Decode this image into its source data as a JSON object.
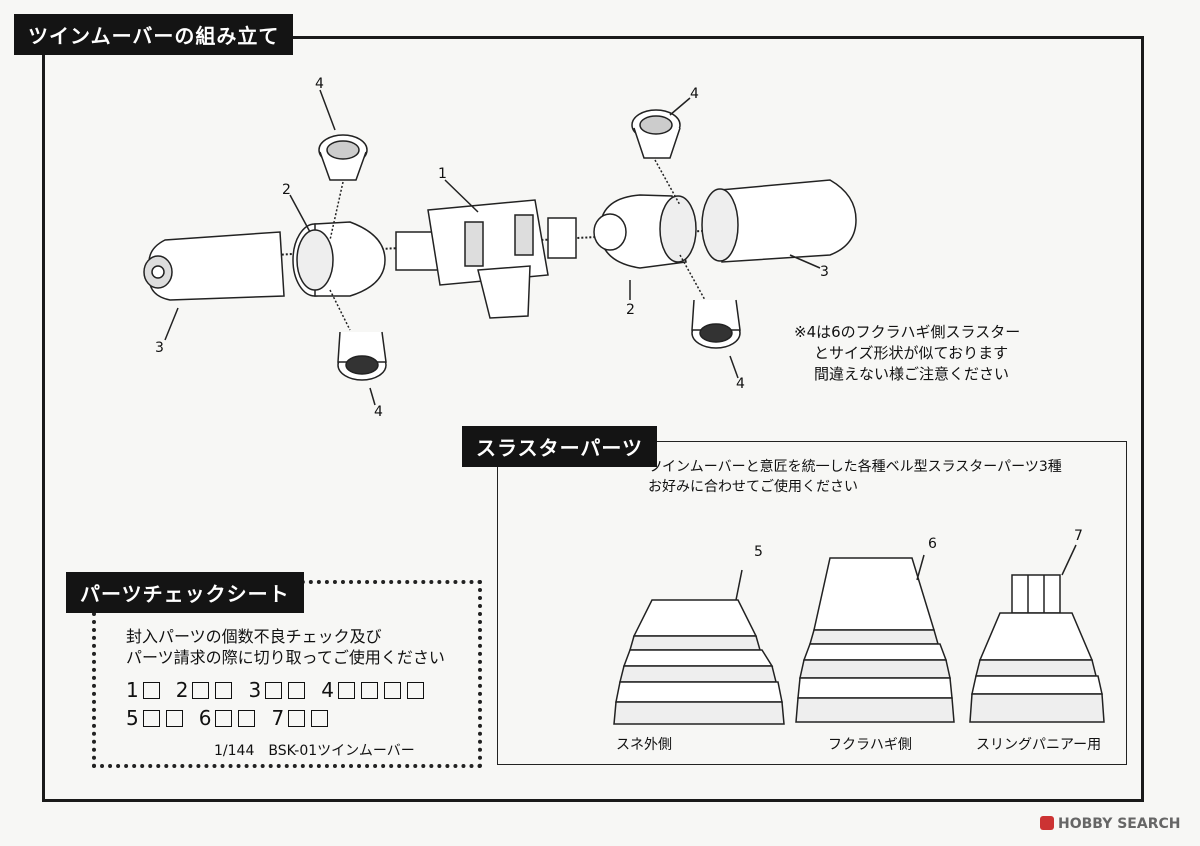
{
  "main_title": "ツインムーバーの組み立て",
  "thruster_title": "スラスターパーツ",
  "check_title": "パーツチェックシート",
  "part_numbers": {
    "p1": "1",
    "p2_left": "2",
    "p2_right": "2",
    "p3_left": "3",
    "p3_right": "3",
    "p4_top_left": "4",
    "p4_bottom_left": "4",
    "p4_top_right": "4",
    "p4_bottom_right": "4",
    "p5": "5",
    "p6": "6",
    "p7": "7"
  },
  "note_lines": [
    "※4は6のフクラハギ側スラスター",
    "とサイズ形状が似ております",
    "間違えない様ご注意ください"
  ],
  "thruster_desc": [
    "ツインムーバーと意匠を統一した各種ベル型スラスターパーツ3種",
    "お好みに合わせてご使用ください"
  ],
  "thruster_captions": [
    "スネ外側",
    "フクラハギ側",
    "スリングパニアー用"
  ],
  "check_text": [
    "封入パーツの個数不良チェック及び",
    "パーツ請求の際に切り取ってご使用ください"
  ],
  "check_rows": [
    [
      {
        "num": "1",
        "boxes": 1
      },
      {
        "num": "2",
        "boxes": 2
      },
      {
        "num": "3",
        "boxes": 2
      },
      {
        "num": "4",
        "boxes": 4
      }
    ],
    [
      {
        "num": "5",
        "boxes": 2
      },
      {
        "num": "6",
        "boxes": 2
      },
      {
        "num": "7",
        "boxes": 2
      }
    ]
  ],
  "kit_name": "1/144　BSK-01ツインムーバー",
  "watermark": "HOBBY SEARCH"
}
